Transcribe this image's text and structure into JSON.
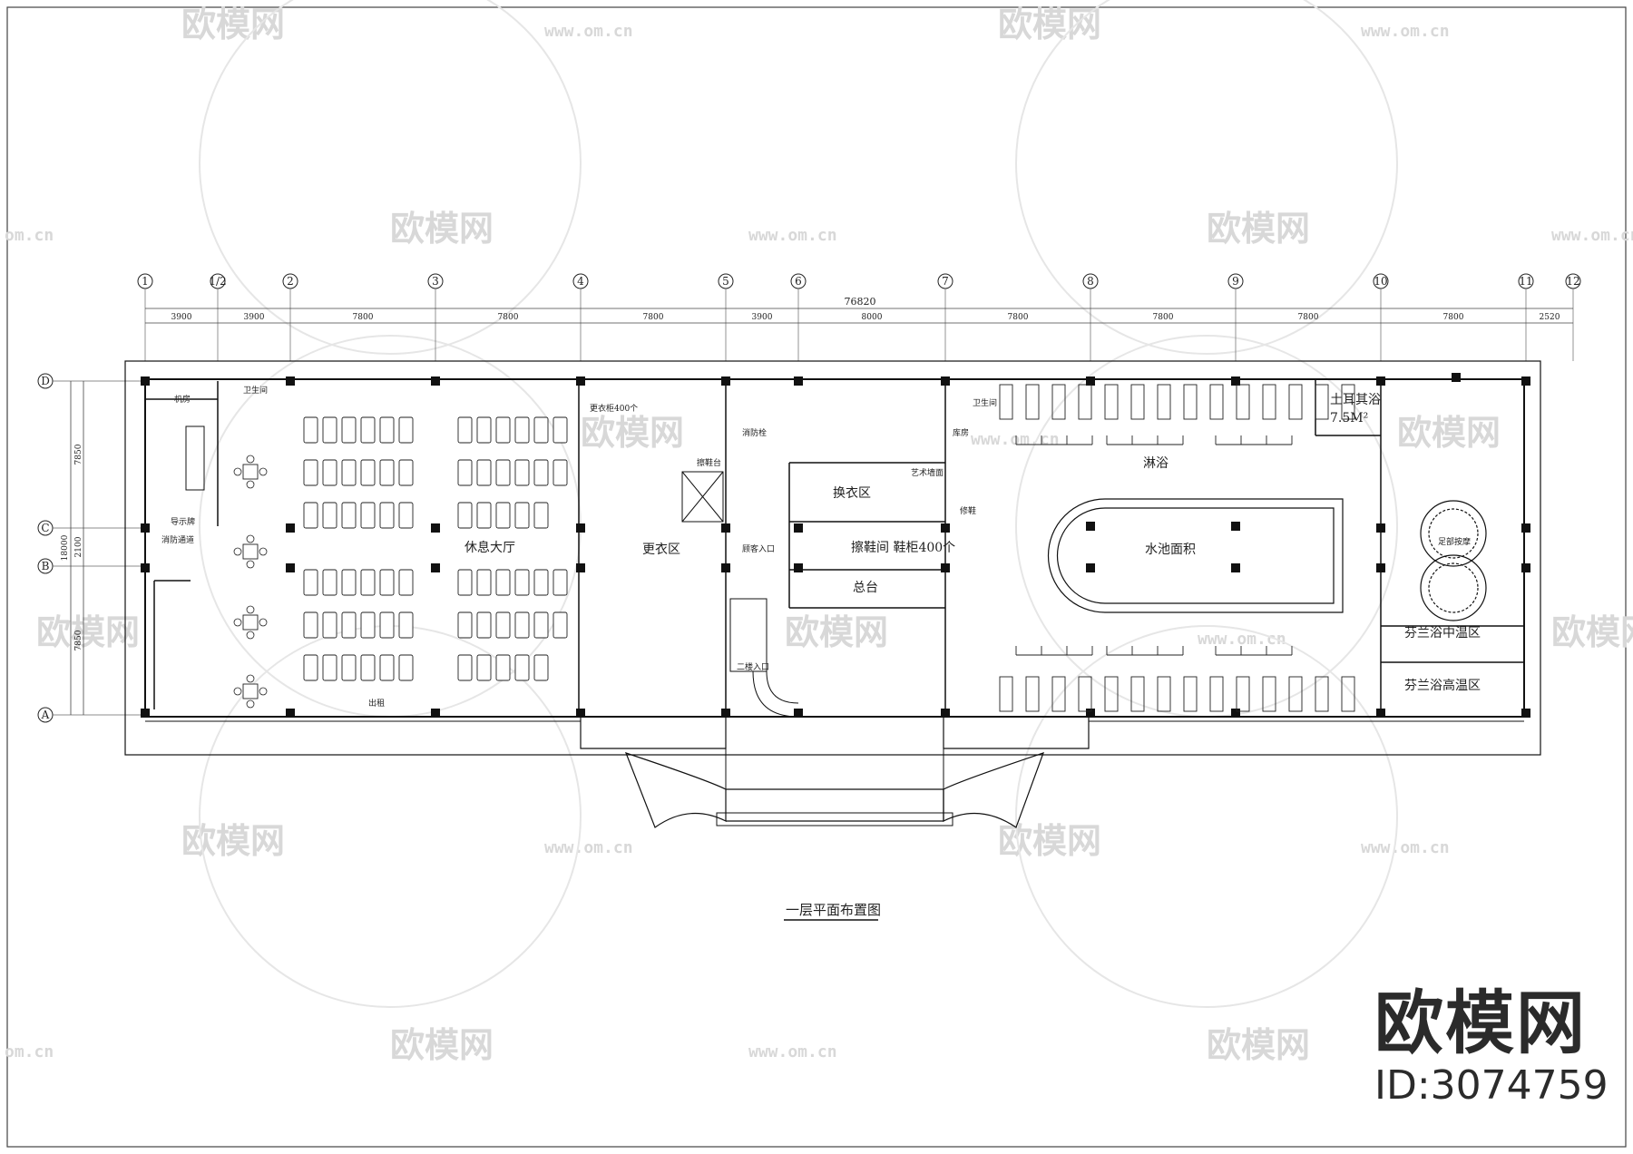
{
  "watermark": {
    "logo_text": "欧模网",
    "url": "www.om.cn",
    "url_fragment": "om.cn"
  },
  "brand": {
    "name": "欧模网",
    "id": "ID:3074759"
  },
  "drawing": {
    "title": "一层平面布置图",
    "total_dimension": "76820",
    "grid_columns": [
      "1",
      "1/2",
      "2",
      "3",
      "4",
      "5",
      "6",
      "7",
      "8",
      "9",
      "10",
      "11",
      "12"
    ],
    "column_spacings": [
      "3900",
      "3900",
      "7800",
      "7800",
      "7800",
      "3900",
      "8000",
      "7800",
      "7800",
      "7800",
      "7800",
      "2520"
    ],
    "grid_rows": [
      "D",
      "C",
      "B",
      "A"
    ],
    "row_spacings": [
      "7850",
      "2100",
      "7850"
    ],
    "overall_depth": "18000"
  },
  "rooms": {
    "lounge": "休息大厅",
    "dressing": "更衣区",
    "changing": "换衣区",
    "shoe_room": "擦鞋间 鞋柜400个",
    "front_desk": "总台",
    "shower": "淋浴",
    "pool": "水池面积",
    "turkish_bath": "土耳其浴",
    "turkish_area": "7.5M²",
    "finnish_mid": "芬兰浴中温区",
    "finnish_high": "芬兰浴高温区",
    "lockers": "更衣柜400个",
    "machine_room": "机房",
    "exit_passage": "消防通道",
    "guide": "导示牌",
    "stair_entry": "二楼入口",
    "guest_entry": "顾客入口",
    "fire_hydrant": "消防栓",
    "shoe_shine": "擦鞋台",
    "rental": "出租",
    "art_wall": "艺术墙面",
    "repair": "修鞋",
    "toilet_a": "卫生间",
    "toilet_b": "卫生间",
    "storage": "库房",
    "foot_bath": "足部按摩"
  }
}
